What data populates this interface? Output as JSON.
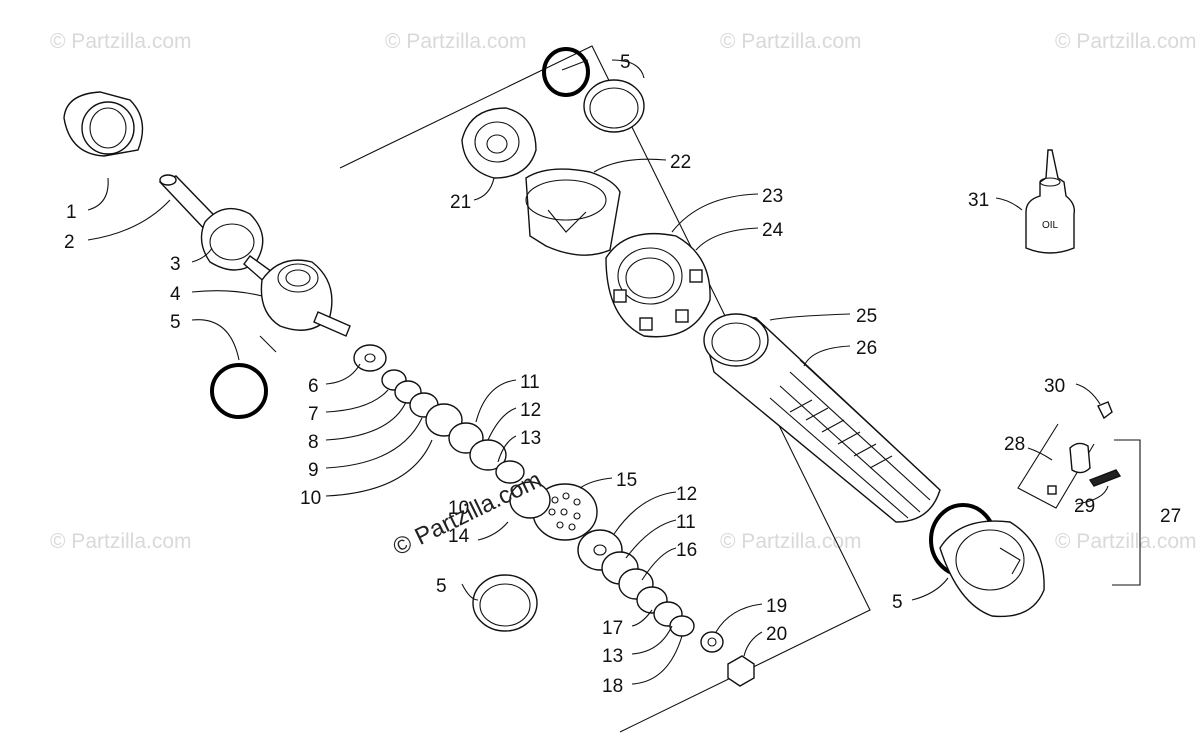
{
  "watermark": {
    "text": "© Partzilla.com",
    "center_text": "© Partzilla.com"
  },
  "oil_label": "OIL",
  "callouts": {
    "c1": "1",
    "c2": "2",
    "c3": "3",
    "c4": "4",
    "c5a": "5",
    "c6": "6",
    "c7": "7",
    "c8": "8",
    "c9": "9",
    "c10a": "10",
    "c5b": "5",
    "c21": "21",
    "c22": "22",
    "c23": "23",
    "c24": "24",
    "c25": "25",
    "c26": "26",
    "c31": "31",
    "c11a": "11",
    "c12a": "12",
    "c13a": "13",
    "c10b": "10",
    "c14": "14",
    "c15": "15",
    "c12b": "12",
    "c11b": "11",
    "c16": "16",
    "c5c": "5",
    "c17": "17",
    "c13b": "13",
    "c18": "18",
    "c19": "19",
    "c20": "20",
    "c30": "30",
    "c28": "28",
    "c29": "29",
    "c27": "27",
    "c5d": "5"
  }
}
